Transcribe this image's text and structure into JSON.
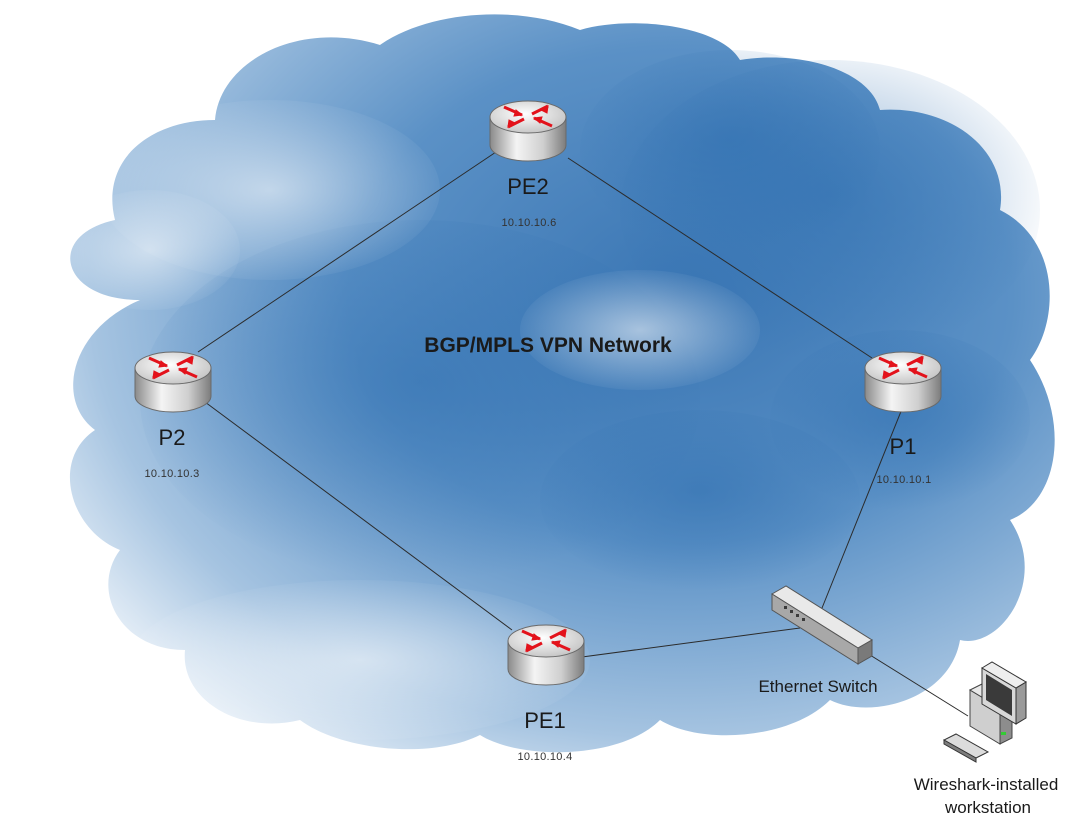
{
  "network": {
    "title": "BGP/MPLS VPN Network"
  },
  "devices": {
    "pe2": {
      "name": "PE2",
      "ip": "10.10.10.6"
    },
    "p2": {
      "name": "P2",
      "ip": "10.10.10.3"
    },
    "p1": {
      "name": "P1",
      "ip": "10.10.10.1"
    },
    "pe1": {
      "name": "PE1",
      "ip": "10.10.10.4"
    }
  },
  "switch": {
    "label": "Ethernet Switch"
  },
  "workstation": {
    "label_line1": "Wireshark-installed",
    "label_line2": "workstation"
  },
  "links": [
    [
      "pe2",
      "p2"
    ],
    [
      "pe2",
      "p1"
    ],
    [
      "p2",
      "pe1"
    ],
    [
      "pe1",
      "switch"
    ],
    [
      "switch",
      "p1"
    ],
    [
      "switch",
      "workstation"
    ]
  ],
  "colors": {
    "cloud_dark": "#3d78b5",
    "cloud_light": "#d6e5f2",
    "router_arrow": "#e3121b",
    "router_body": "#d9d9d9"
  }
}
